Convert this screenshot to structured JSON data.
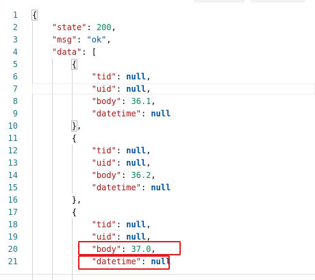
{
  "editor": {
    "lines": [
      {
        "number": "1",
        "indent": "",
        "tokens": [
          {
            "t": "{",
            "c": "bracket-hl"
          }
        ]
      },
      {
        "number": "2",
        "indent": "    ",
        "tokens": [
          {
            "t": "\"state\"",
            "c": "key"
          },
          {
            "t": ": ",
            "c": "punct"
          },
          {
            "t": "200",
            "c": "num"
          },
          {
            "t": ",",
            "c": "punct"
          }
        ]
      },
      {
        "number": "3",
        "indent": "    ",
        "tokens": [
          {
            "t": "\"msg\"",
            "c": "key"
          },
          {
            "t": ": ",
            "c": "punct"
          },
          {
            "t": "\"ok\"",
            "c": "str"
          },
          {
            "t": ",",
            "c": "punct"
          }
        ]
      },
      {
        "number": "4",
        "indent": "    ",
        "tokens": [
          {
            "t": "\"data\"",
            "c": "key"
          },
          {
            "t": ": ",
            "c": "punct"
          },
          {
            "t": "[",
            "c": "punct"
          }
        ]
      },
      {
        "number": "5",
        "indent": "        ",
        "tokens": [
          {
            "t": "{",
            "c": "bracket-hl"
          }
        ]
      },
      {
        "number": "6",
        "indent": "            ",
        "tokens": [
          {
            "t": "\"tid\"",
            "c": "key"
          },
          {
            "t": ": ",
            "c": "punct"
          },
          {
            "t": "null",
            "c": "kw"
          },
          {
            "t": ",",
            "c": "punct"
          }
        ]
      },
      {
        "number": "7",
        "indent": "            ",
        "tokens": [
          {
            "t": "\"uid\"",
            "c": "key"
          },
          {
            "t": ": ",
            "c": "punct"
          },
          {
            "t": "null",
            "c": "kw"
          },
          {
            "t": ",",
            "c": "punct"
          }
        ]
      },
      {
        "number": "8",
        "indent": "            ",
        "tokens": [
          {
            "t": "\"body\"",
            "c": "key"
          },
          {
            "t": ": ",
            "c": "punct"
          },
          {
            "t": "36.1",
            "c": "num"
          },
          {
            "t": ",",
            "c": "punct"
          }
        ]
      },
      {
        "number": "9",
        "indent": "            ",
        "tokens": [
          {
            "t": "\"datetime\"",
            "c": "key"
          },
          {
            "t": ": ",
            "c": "punct"
          },
          {
            "t": "null",
            "c": "kw"
          }
        ]
      },
      {
        "number": "10",
        "indent": "        ",
        "tokens": [
          {
            "t": "}",
            "c": "bracket-hl"
          },
          {
            "t": ",",
            "c": "punct"
          }
        ]
      },
      {
        "number": "11",
        "indent": "        ",
        "tokens": [
          {
            "t": "{",
            "c": "punct"
          }
        ]
      },
      {
        "number": "12",
        "indent": "            ",
        "tokens": [
          {
            "t": "\"tid\"",
            "c": "key"
          },
          {
            "t": ": ",
            "c": "punct"
          },
          {
            "t": "null",
            "c": "kw"
          },
          {
            "t": ",",
            "c": "punct"
          }
        ]
      },
      {
        "number": "13",
        "indent": "            ",
        "tokens": [
          {
            "t": "\"uid\"",
            "c": "key"
          },
          {
            "t": ": ",
            "c": "punct"
          },
          {
            "t": "null",
            "c": "kw"
          },
          {
            "t": ",",
            "c": "punct"
          }
        ]
      },
      {
        "number": "14",
        "indent": "            ",
        "tokens": [
          {
            "t": "\"body\"",
            "c": "key"
          },
          {
            "t": ": ",
            "c": "punct"
          },
          {
            "t": "36.2",
            "c": "num"
          },
          {
            "t": ",",
            "c": "punct"
          }
        ]
      },
      {
        "number": "15",
        "indent": "            ",
        "tokens": [
          {
            "t": "\"datetime\"",
            "c": "key"
          },
          {
            "t": ": ",
            "c": "punct"
          },
          {
            "t": "null",
            "c": "kw"
          }
        ]
      },
      {
        "number": "16",
        "indent": "        ",
        "tokens": [
          {
            "t": "}",
            "c": "punct"
          },
          {
            "t": ",",
            "c": "punct"
          }
        ]
      },
      {
        "number": "17",
        "indent": "        ",
        "tokens": [
          {
            "t": "{",
            "c": "punct"
          }
        ]
      },
      {
        "number": "18",
        "indent": "            ",
        "tokens": [
          {
            "t": "\"tid\"",
            "c": "key"
          },
          {
            "t": ": ",
            "c": "punct"
          },
          {
            "t": "null",
            "c": "kw"
          },
          {
            "t": ",",
            "c": "punct"
          }
        ]
      },
      {
        "number": "19",
        "indent": "            ",
        "tokens": [
          {
            "t": "\"uid\"",
            "c": "key"
          },
          {
            "t": ": ",
            "c": "punct"
          },
          {
            "t": "null",
            "c": "kw"
          },
          {
            "t": ",",
            "c": "punct"
          }
        ]
      },
      {
        "number": "20",
        "indent": "            ",
        "tokens": [
          {
            "t": "\"body\"",
            "c": "key"
          },
          {
            "t": ": ",
            "c": "punct"
          },
          {
            "t": "37.0",
            "c": "num"
          },
          {
            "t": ",",
            "c": "punct"
          }
        ]
      },
      {
        "number": "21",
        "indent": "            ",
        "tokens": [
          {
            "t": "\"datetime\"",
            "c": "key"
          },
          {
            "t": ": ",
            "c": "punct"
          },
          {
            "t": "null",
            "c": "kw"
          }
        ]
      }
    ]
  },
  "colors": {
    "line_number": "#237893",
    "json_key": "#a31515",
    "json_string": "#0451a5",
    "json_number": "#098658",
    "json_null": "#0451a5",
    "annotation": "#e31b23",
    "indent_guide": "#d3d3d3"
  }
}
